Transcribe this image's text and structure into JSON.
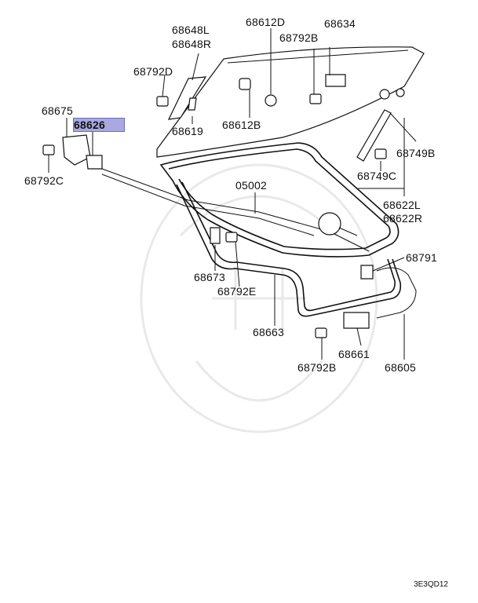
{
  "labels": [
    {
      "id": "68648L",
      "text": "68648L"
    },
    {
      "id": "68648R",
      "text": "68648R"
    },
    {
      "id": "68612D",
      "text": "68612D"
    },
    {
      "id": "68634",
      "text": "68634"
    },
    {
      "id": "68792B_top",
      "text": "68792B"
    },
    {
      "id": "68792D",
      "text": "68792D"
    },
    {
      "id": "68675",
      "text": "68675"
    },
    {
      "id": "68626",
      "text": "68626"
    },
    {
      "id": "68619",
      "text": "68619"
    },
    {
      "id": "68612B",
      "text": "68612B"
    },
    {
      "id": "68749B",
      "text": "68749B"
    },
    {
      "id": "68749C",
      "text": "68749C"
    },
    {
      "id": "68792C",
      "text": "68792C"
    },
    {
      "id": "05002",
      "text": "05002"
    },
    {
      "id": "68622L",
      "text": "68622L"
    },
    {
      "id": "68622R",
      "text": "68622R"
    },
    {
      "id": "68791",
      "text": "68791"
    },
    {
      "id": "68673",
      "text": "68673"
    },
    {
      "id": "68792E",
      "text": "68792E"
    },
    {
      "id": "68663",
      "text": "68663"
    },
    {
      "id": "68661",
      "text": "68661"
    },
    {
      "id": "68792B_bottom",
      "text": "68792B"
    },
    {
      "id": "68605",
      "text": "68605"
    }
  ],
  "highlighted_part": "68626",
  "diagram_code": "3E3QD12",
  "colors": {
    "highlight": "#a9a9df",
    "ink": "#111111",
    "watermark": "#e9e9e9"
  }
}
